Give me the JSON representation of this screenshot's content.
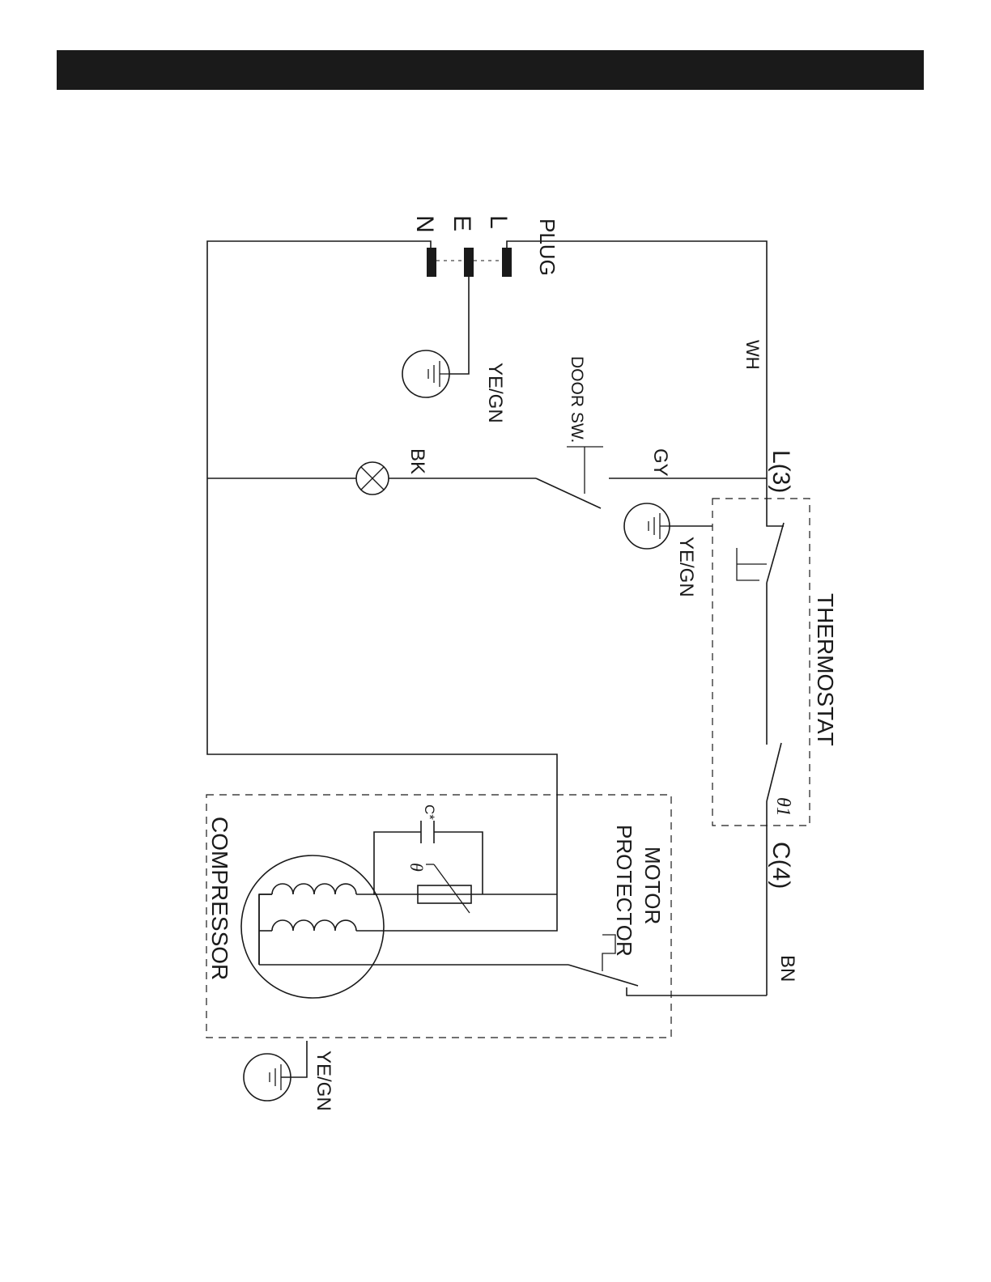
{
  "header": {
    "title": ""
  },
  "labels": {
    "plug": "PLUG",
    "line": "L",
    "earth": "E",
    "neutral": "N",
    "white_wire": "WH",
    "ground_plug": "YE/GN",
    "door_switch": "DOOR SW.",
    "black_wire": "BK",
    "gray_wire": "GY",
    "terminal_l": "L(3)",
    "ground_thermostat": "YE/GN",
    "thermostat": "THERMOSTAT",
    "theta_one": "θ1",
    "terminal_c": "C(4)",
    "motor": "MOTOR",
    "protector": "PROTECTOR",
    "brown_wire": "BN",
    "capacitor": "C*",
    "ptc_theta": "θ",
    "compressor": "COMPRESSOR",
    "ground_compressor": "YE/GN"
  }
}
